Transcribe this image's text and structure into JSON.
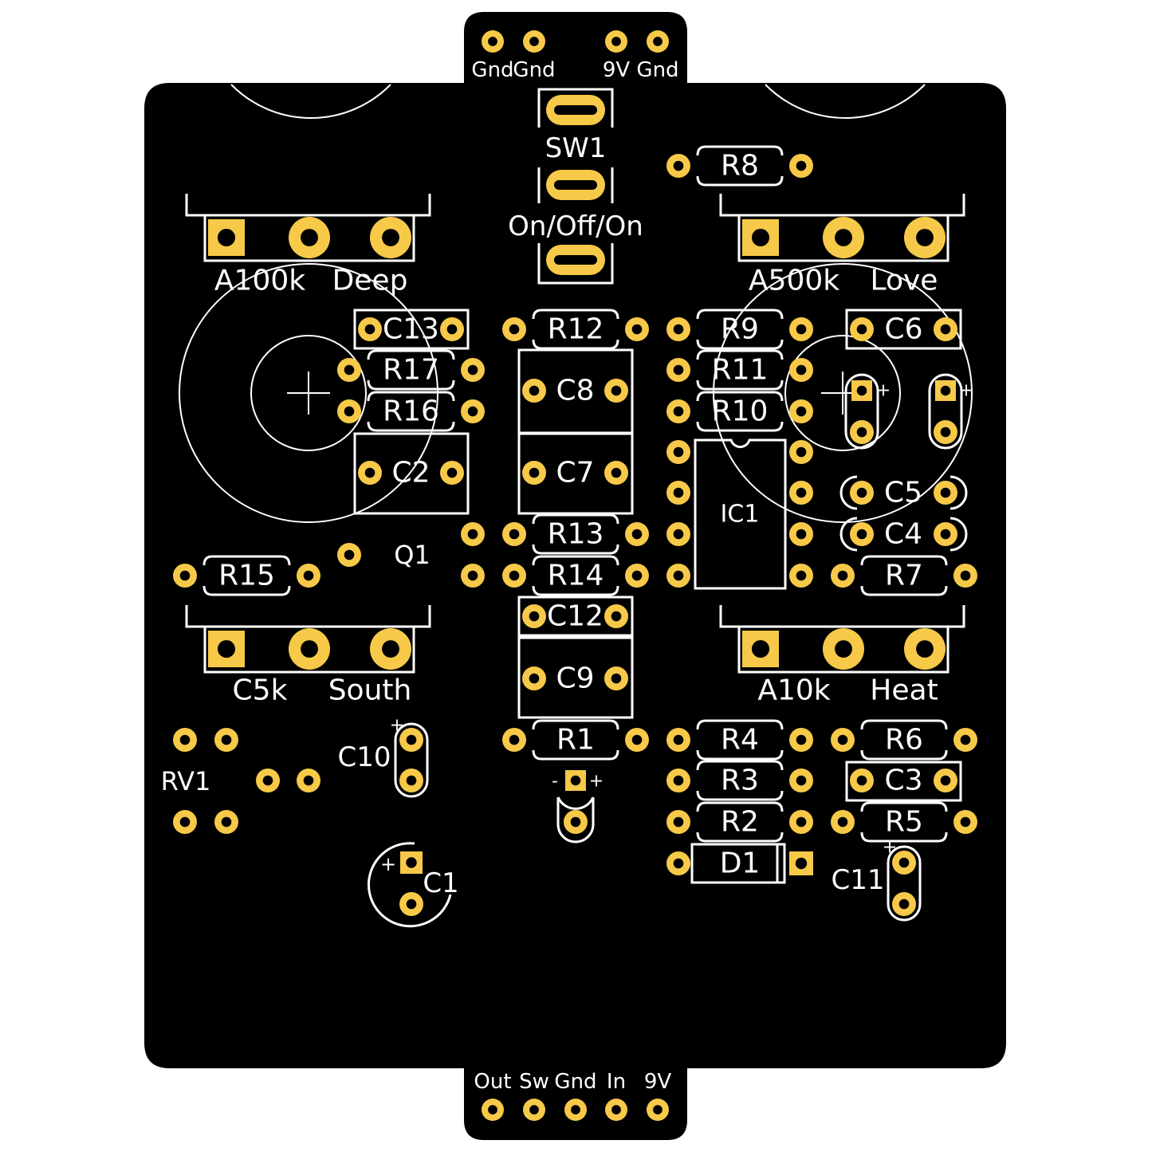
{
  "colors": {
    "board": "#000000",
    "pad": "#f7c948",
    "silk": "#ffffff",
    "background": "#ffffff"
  },
  "header": {
    "top": [
      "Gnd",
      "Gnd",
      "9V",
      "Gnd"
    ],
    "bottom": [
      "Out",
      "Sw",
      "Gnd",
      "In",
      "9V"
    ]
  },
  "switch": {
    "ref": "SW1",
    "value": "On/Off/On"
  },
  "pots": [
    {
      "value": "A100k",
      "name": "Deep"
    },
    {
      "value": "A500k",
      "name": "Love"
    },
    {
      "value": "C5k",
      "name": "South"
    },
    {
      "value": "A10k",
      "name": "Heat"
    }
  ],
  "resistors": [
    "R1",
    "R2",
    "R3",
    "R4",
    "R5",
    "R6",
    "R7",
    "R8",
    "R9",
    "R10",
    "R11",
    "R12",
    "R13",
    "R14",
    "R15",
    "R16",
    "R17"
  ],
  "capacitors": [
    "C1",
    "C2",
    "C3",
    "C4",
    "C5",
    "C6",
    "C7",
    "C8",
    "C9",
    "C10",
    "C11",
    "C12",
    "C13"
  ],
  "others": {
    "ic": "IC1",
    "diode": "D1",
    "transistor": "Q1",
    "trimmer": "RV1"
  },
  "marks": {
    "plus": "+",
    "minus": "-"
  }
}
